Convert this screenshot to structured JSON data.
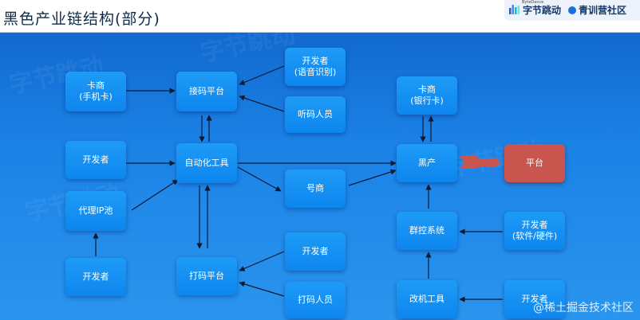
{
  "title": "黑色产业链结构(部分)",
  "brands": {
    "bytedance_small": "ByteDance",
    "bytedance": "字节跳动",
    "camp": "青训营社区"
  },
  "watermark": "@稀土掘金技术社区",
  "nodes": {
    "card_phone": [
      "卡商",
      "(手机卡)"
    ],
    "developer_left": [
      "开发者"
    ],
    "proxy_ip": [
      "代理IP池"
    ],
    "developer_bottom_left": [
      "开发者"
    ],
    "code_receive": [
      "接码平台"
    ],
    "automation": [
      "自动化工具"
    ],
    "code_print": [
      "打码平台"
    ],
    "developer_voice": [
      "开发者",
      "(语音识别)"
    ],
    "code_listener": [
      "听码人员"
    ],
    "number_dealer": [
      "号商"
    ],
    "developer_print": [
      "开发者"
    ],
    "code_typist": [
      "打码人员"
    ],
    "card_bank": [
      "卡商",
      "(银行卡)"
    ],
    "black_market": [
      "黑产"
    ],
    "platform": [
      "平台"
    ],
    "group_control": [
      "群控系统"
    ],
    "developer_hw": [
      "开发者",
      "(软件/硬件)"
    ],
    "device_modify": [
      "改机工具"
    ],
    "developer_bottom_right": [
      "开发者"
    ]
  }
}
